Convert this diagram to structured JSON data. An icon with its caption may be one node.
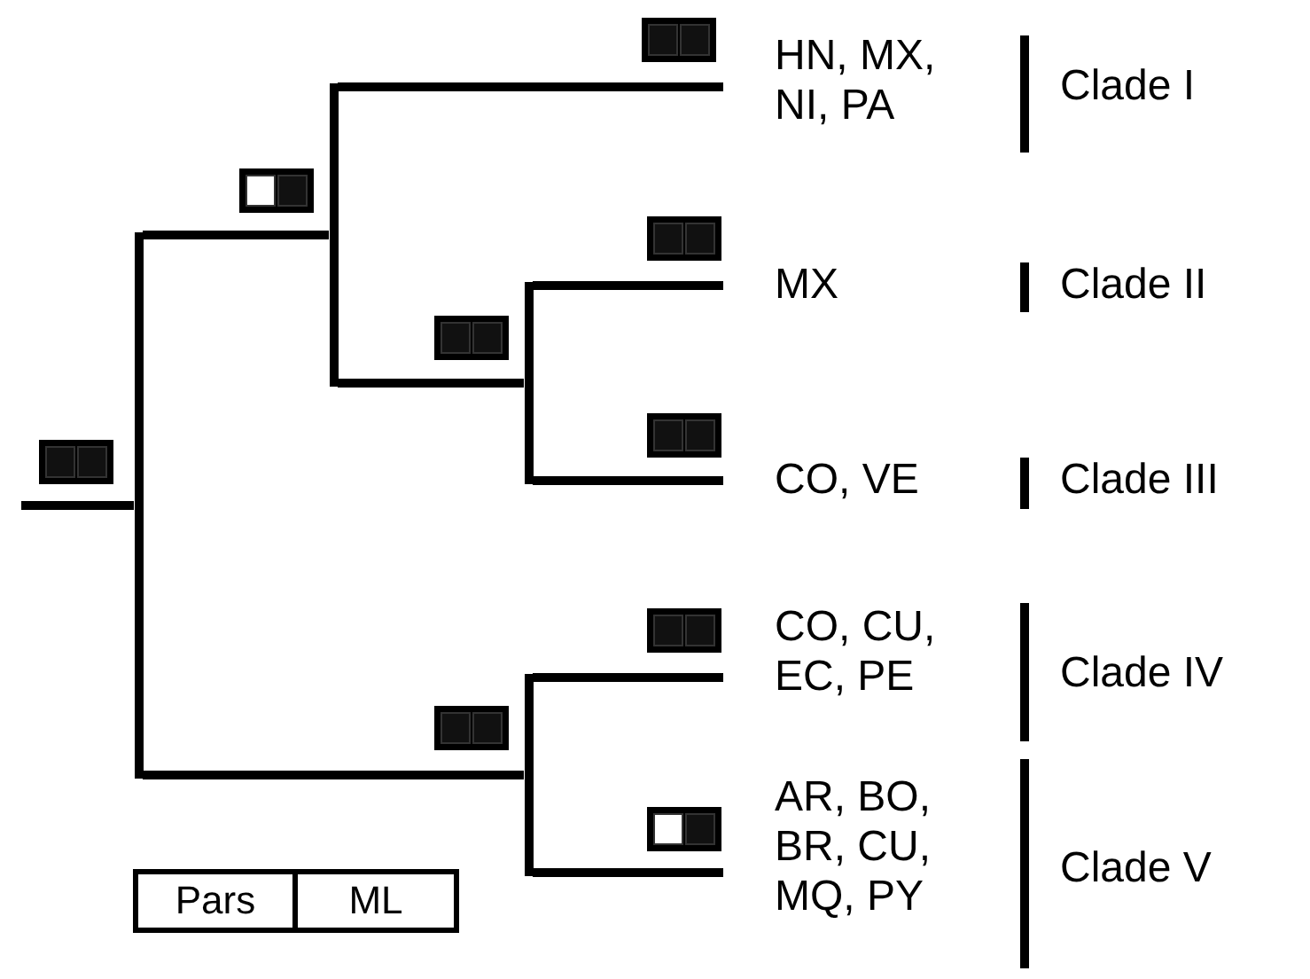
{
  "diagram": {
    "nodes": [
      {
        "text": [],
        "shape": "bar"
      },
      {
        "text": [],
        "shape": "bar"
      },
      {
        "text": [
          "HN, MX, NI, PA"
        ]
      },
      {
        "text": [],
        "shape": "bar"
      },
      {
        "text": [
          "MX"
        ]
      },
      {
        "text": [
          "CO, VE"
        ]
      },
      {
        "text": [],
        "shape": "bar"
      },
      {
        "text": [
          "CO, CU, EC, PE"
        ]
      },
      {
        "text": [
          "AR, BO, BR, CU, MQ, PY"
        ]
      }
    ],
    "edges": [
      {
        "from": null,
        "to": 0,
        "arrow": "none"
      },
      {
        "from": 0,
        "to": 1,
        "arrow": "none"
      },
      {
        "from": 1,
        "to": 2,
        "arrow": "none"
      },
      {
        "from": 1,
        "to": 3,
        "arrow": "none"
      },
      {
        "from": 3,
        "to": 4,
        "arrow": "none"
      },
      {
        "from": 3,
        "to": 5,
        "arrow": "none"
      },
      {
        "from": 0,
        "to": 6,
        "arrow": "none"
      },
      {
        "from": 6,
        "to": 7,
        "arrow": "none"
      },
      {
        "from": 6,
        "to": 8,
        "arrow": "none"
      }
    ],
    "labels": [
      "Clade I",
      "Clade II",
      "Clade III",
      "Clade IV",
      "Clade V"
    ],
    "legend": [
      {
        "text": "Pars"
      },
      {
        "text": "ML"
      }
    ]
  }
}
